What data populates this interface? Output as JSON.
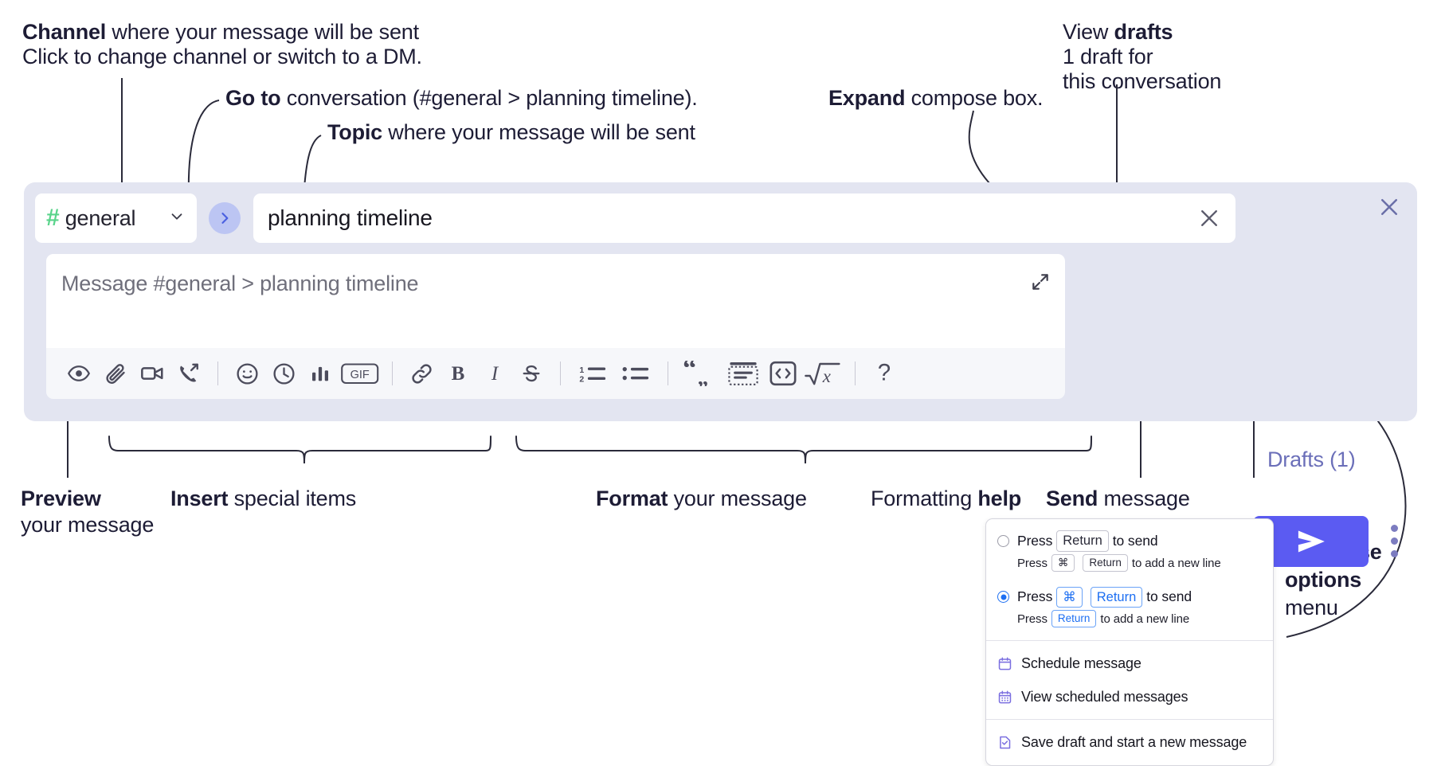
{
  "annotations": {
    "channel": {
      "bold": "Channel",
      "rest": " where your message will be sent",
      "sub": "Click to change channel or switch to a DM."
    },
    "goto": {
      "bold": "Go to",
      "rest": " conversation (#general > planning timeline)."
    },
    "topic": {
      "bold": "Topic",
      "rest": " where your message will be sent"
    },
    "expand": {
      "bold": "Expand",
      "rest": " compose box."
    },
    "drafts": {
      "bold_pre": "View ",
      "bold": "drafts",
      "sub1": "1 draft for",
      "sub2": "this conversation"
    },
    "preview": {
      "bold": "Preview",
      "rest": "your message"
    },
    "insert": {
      "bold": "Insert",
      "rest": " special items"
    },
    "format": {
      "bold": "Format",
      "rest": " your message"
    },
    "help": {
      "pre": "Formatting ",
      "bold": "help"
    },
    "send": {
      "bold": "Send",
      "rest": " message"
    },
    "compose_options": {
      "bold1": "Compose",
      "bold2": "options",
      "rest": "menu"
    }
  },
  "compose": {
    "channel_name": "general",
    "channel_hash": "#",
    "topic_value": "planning timeline",
    "message_placeholder": "Message #general > planning timeline",
    "drafts_label": "Drafts (1)",
    "icons": {
      "chevron_down": "chevron-down-icon",
      "goto_chevron": "chevron-right-icon",
      "topic_clear": "close-icon",
      "expand": "expand-icon",
      "panel_close": "close-icon",
      "send": "send-plane-icon",
      "options": "kebab-menu-icon"
    },
    "toolbar": [
      {
        "name": "preview-icon",
        "title": "Preview"
      },
      {
        "name": "attachment-icon",
        "title": "Attach file"
      },
      {
        "name": "video-camera-icon",
        "title": "Video clip"
      },
      {
        "name": "phone-forward-icon",
        "title": "Audio clip"
      },
      {
        "name": "separator",
        "title": ""
      },
      {
        "name": "emoji-icon",
        "title": "Emoji"
      },
      {
        "name": "clock-icon",
        "title": "Reminder"
      },
      {
        "name": "bar-chart-icon",
        "title": "Poll"
      },
      {
        "name": "gif-icon",
        "title": "GIF",
        "label": "GIF"
      },
      {
        "name": "separator",
        "title": ""
      },
      {
        "name": "link-icon",
        "title": "Link"
      },
      {
        "name": "bold-icon",
        "title": "Bold",
        "label": "B"
      },
      {
        "name": "italic-icon",
        "title": "Italic",
        "label": "I"
      },
      {
        "name": "strikethrough-icon",
        "title": "Strikethrough"
      },
      {
        "name": "separator",
        "title": ""
      },
      {
        "name": "ordered-list-icon",
        "title": "Ordered list"
      },
      {
        "name": "bulleted-list-icon",
        "title": "Bulleted list"
      },
      {
        "name": "separator",
        "title": ""
      },
      {
        "name": "blockquote-icon",
        "title": "Blockquote"
      },
      {
        "name": "code-block-icon",
        "title": "Code block"
      },
      {
        "name": "inline-code-icon",
        "title": "Code"
      },
      {
        "name": "math-icon",
        "title": "Math",
        "label": "√x"
      },
      {
        "name": "separator",
        "title": ""
      },
      {
        "name": "help-icon",
        "title": "Formatting help",
        "label": "?"
      }
    ]
  },
  "options_menu": {
    "radio_options": [
      {
        "selected": false,
        "main": {
          "pre": "Press",
          "key": "Return",
          "post": "to send"
        },
        "sub": {
          "pre": "Press",
          "key1": "⌘",
          "key2": "Return",
          "post": "to add a new line"
        }
      },
      {
        "selected": true,
        "main": {
          "pre": "Press",
          "key1": "⌘",
          "key2": "Return",
          "post": "to send"
        },
        "sub": {
          "pre": "Press",
          "key": "Return",
          "post": "to add a new line"
        }
      }
    ],
    "items": [
      {
        "icon": "calendar-schedule-icon",
        "label": "Schedule message"
      },
      {
        "icon": "calendar-grid-icon",
        "label": "View scheduled messages"
      },
      {
        "icon": "save-draft-icon",
        "label": "Save draft and start a new message"
      }
    ]
  },
  "colors": {
    "panel_bg": "#e3e5f1",
    "send_button": "#5b5bf2",
    "goto_button": "#bcc5f3",
    "hash_green": "#5ad48b",
    "drafts_text": "#6b6fb9",
    "accent_blue": "#1d6ff2",
    "menu_icon_purple": "#7b6fe0"
  }
}
